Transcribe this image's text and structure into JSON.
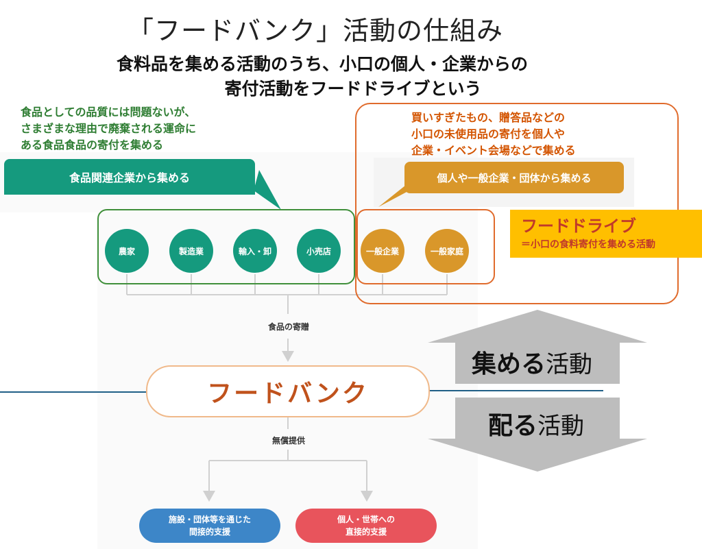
{
  "title": "「フードバンク」活動の仕組み",
  "subtitle": {
    "line1": "食料品を集める活動のうち、小口の個人・企業からの",
    "line2": "寄付活動をフードドライブという"
  },
  "green_note": {
    "line1": "食品としての品質には問題ないが、",
    "line2": "さまざまな理由で廃棄される運命に",
    "line3": "ある食品食品の寄付を集める"
  },
  "orange_note": {
    "line1": "買いすぎたもの、贈答品などの",
    "line2": "小口の未使用品の寄付を個人や",
    "line3": "企業・イベント会場などで集める"
  },
  "banner_green": "食品関連企業から集める",
  "banner_orange": "個人や一般企業・団体から集める",
  "donors_green": [
    "農家",
    "製造業",
    "輸入・卸",
    "小売店"
  ],
  "donors_orange": [
    "一般企業",
    "一般家庭"
  ],
  "food_drive": {
    "title": "フードドライブ",
    "subtitle": "＝小口の食料寄付を集める活動"
  },
  "flow": {
    "donation_label": "食品の寄贈",
    "foodbank_label": "フードバンク",
    "free_label": "無償提供"
  },
  "collect_arrow": {
    "bold": "集める",
    "rest": "活動"
  },
  "distribute_arrow": {
    "bold": "配る",
    "rest": "活動"
  },
  "outputs": {
    "indirect_line1": "施設・団体等を通じた",
    "indirect_line2": "間接的支援",
    "direct_line1": "個人・世帯への",
    "direct_line2": "直接的支援"
  },
  "colors": {
    "green": "#159a7e",
    "orange": "#d9972a",
    "foodbank_text": "#c0521c",
    "food_drive_bg": "#ffbf00",
    "blue": "#3d86c8",
    "red": "#e8545c"
  }
}
